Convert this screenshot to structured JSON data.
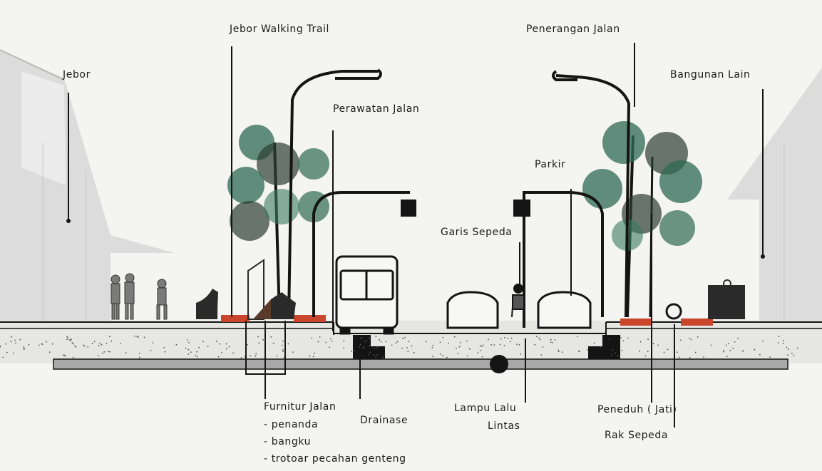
{
  "labels": {
    "jebor_walking_trail": "Jebor Walking Trail",
    "jebor": "Jebor",
    "perawatan_jalan": "Perawatan Jalan",
    "penerangan_jalan": "Penerangan Jalan",
    "bangunan_lain": "Bangunan Lain",
    "parkir": "Parkir",
    "garis_sepeda": "Garis Sepeda",
    "furnitur_jalan": "Furnitur Jalan",
    "penanda": "- penanda",
    "bangku": "- bangku",
    "trotoar": "- trotoar pecahan genteng",
    "drainase": "Drainase",
    "lampu_lalu": "Lampu Lalu",
    "lintas": "Lintas",
    "peneduh": "Peneduh ( Jati)",
    "rak_sepeda": "Rak Sepeda"
  },
  "colors": {
    "ink": "#141414",
    "tree_green": "#2f6a55",
    "tree_dark": "#2c3d35",
    "planter_red": "#c9452b",
    "building_grey": "#d7d7d7",
    "road_fill": "#e3e3e0",
    "pipe_grey": "#9a9a9a"
  }
}
